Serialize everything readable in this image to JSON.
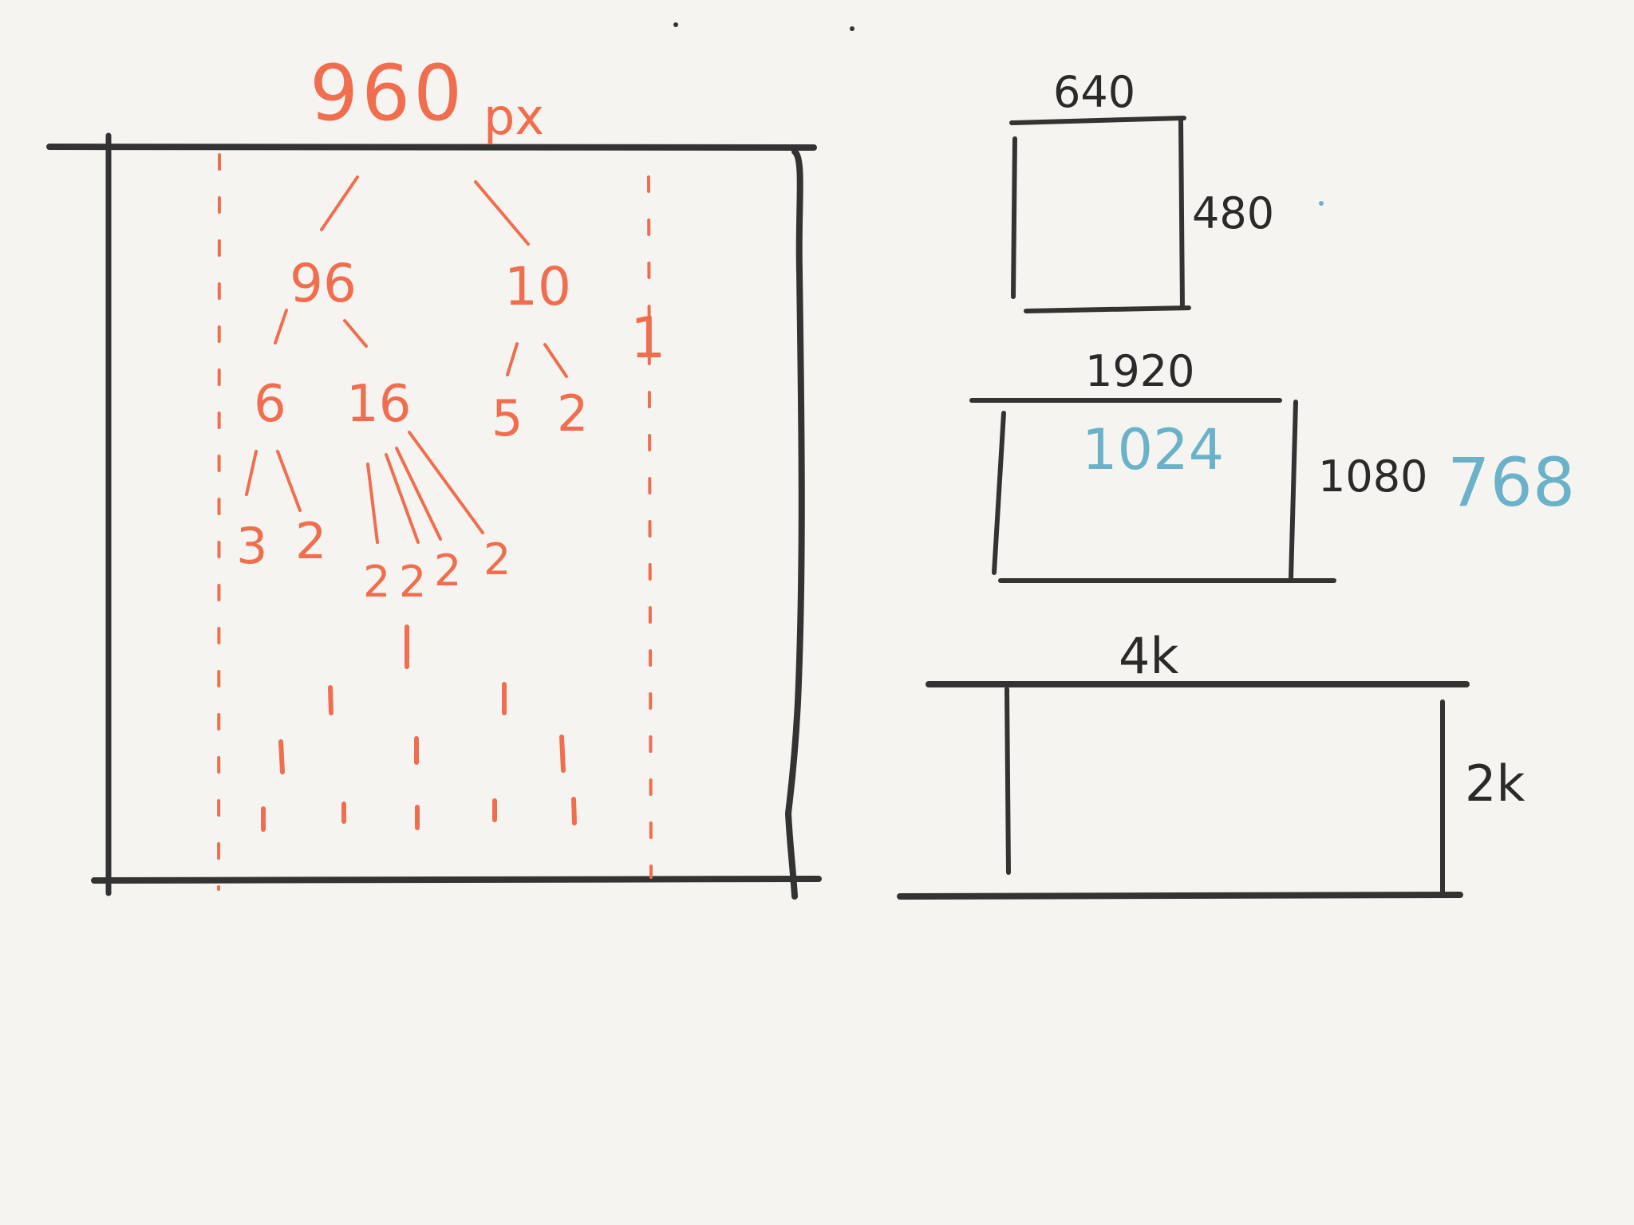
{
  "colors": {
    "background": "#f5f4f0",
    "ink_dark": "#333333",
    "ink_orange": "#f06e4e",
    "ink_blue": "#6bb2c9"
  },
  "grid_sketch": {
    "width_label": "960",
    "unit_label": "px",
    "tree": {
      "root_left": "96",
      "root_right": "10",
      "left_children": [
        "6",
        "16"
      ],
      "right_children": [
        "5",
        "2"
      ],
      "six_children": [
        "3",
        "2"
      ],
      "sixteen_children": [
        "2",
        "2",
        "2",
        "2"
      ]
    },
    "side_mark": "1"
  },
  "resolutions": {
    "small": {
      "width": "640",
      "height": "480"
    },
    "medium": {
      "width": "1920",
      "height": "1080",
      "alt_width": "1024",
      "alt_height": "768"
    },
    "large": {
      "width": "4k",
      "height": "2k"
    }
  }
}
